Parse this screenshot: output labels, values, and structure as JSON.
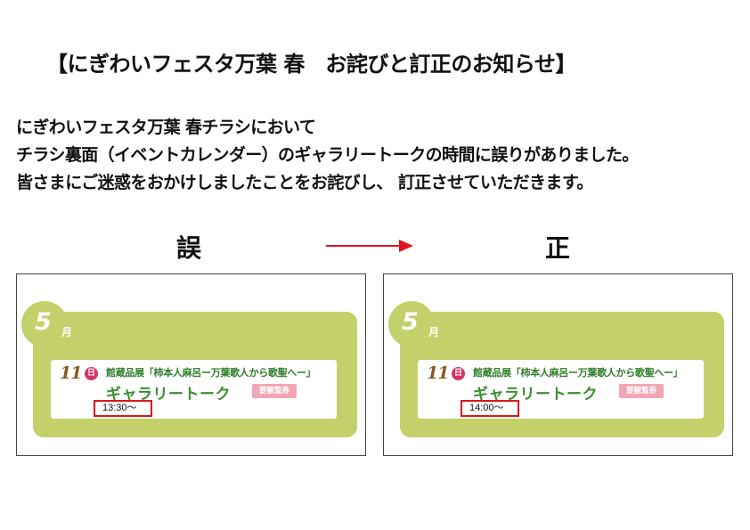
{
  "title": "【にぎわいフェスタ万葉 春　お詫びと訂正のお知らせ】",
  "body": {
    "line1": "にぎわいフェスタ万葉 春チラシにおいて",
    "line2": "チラシ裏面（イベントカレンダー）のギャラリートークの時間に誤りがありました。",
    "line3": "皆さまにご迷惑をおかけしましたことをお詫びし、 訂正させていただきます。"
  },
  "labels": {
    "wrong": "誤",
    "correct": "正"
  },
  "colors": {
    "arrow": "#e0151c",
    "panel_green": "#c4d06a",
    "highlight_box": "#e0151c"
  },
  "wrong_panel": {
    "month_num": "5",
    "month_unit": "月",
    "day": "11",
    "day_of_week": "日",
    "event_name": "館蔵品展「柿本人麻呂ー万葉歌人から歌聖へー」",
    "event_title": "ギャラリートーク",
    "badge": "要観覧券",
    "time": "13:30〜"
  },
  "correct_panel": {
    "month_num": "5",
    "month_unit": "月",
    "day": "11",
    "day_of_week": "日",
    "event_name": "館蔵品展「柿本人麻呂ー万葉歌人から歌聖へー」",
    "event_title": "ギャラリートーク",
    "badge": "要観覧券",
    "time": "14:00〜"
  }
}
